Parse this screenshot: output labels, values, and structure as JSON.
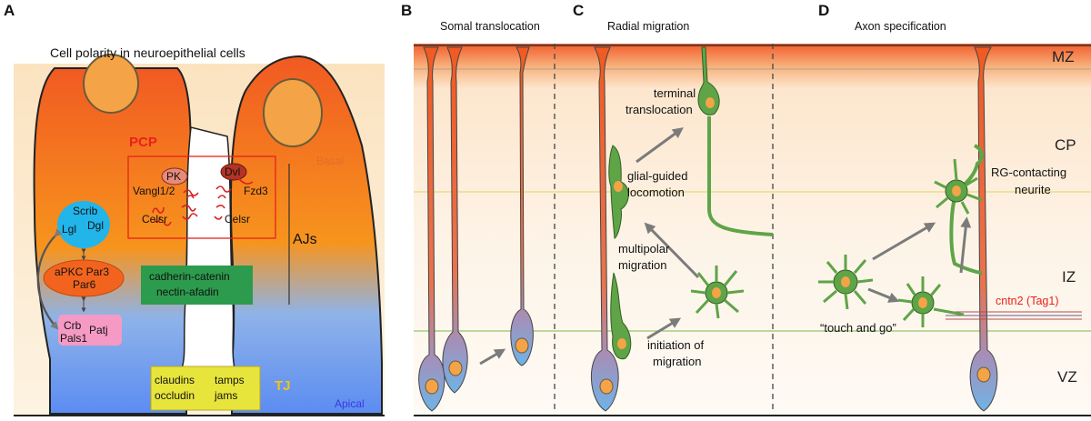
{
  "panels": {
    "a": "A",
    "b": "B",
    "c": "C",
    "d": "D"
  },
  "panel_a": {
    "title": "Cell polarity in neuroepithelial cells",
    "pcp": "PCP",
    "basal": "Basal",
    "apical": "Apical",
    "pk": "PK",
    "dvl": "Dvl",
    "vangl": "Vangl1/2",
    "fzd3": "Fzd3",
    "celsr_left": "Celsr",
    "celsr_right": "Celsr",
    "scrib": "Scrib",
    "lgl": "Lgl",
    "dgl": "Dgl",
    "apkc": "aPKC Par3",
    "par6": "Par6",
    "crb": "Crb",
    "patj": "Patj",
    "pals1": "Pals1",
    "ajs": "AJs",
    "cadherin": "cadherin-catenin",
    "nectin": "nectin-afadin",
    "claudins": "claudins",
    "occludin": "occludin",
    "tamps": "tamps",
    "jams": "jams",
    "tj": "TJ"
  },
  "panel_b": {
    "title": "Somal translocation"
  },
  "panel_c": {
    "title": "Radial migration",
    "terminal": "terminal",
    "translocation": "translocation",
    "glial": "glial-guided",
    "locomotion": "locomotion",
    "multipolar": "multipolar",
    "migration": "migration",
    "initiation": "initiation of",
    "migration2": "migration"
  },
  "panel_d": {
    "title": "Axon specification",
    "rg": "RG-contacting",
    "neurite": "neurite",
    "cntn2": "cntn2 (Tag1)",
    "touch": "“touch and go”"
  },
  "zones": {
    "mz": "MZ",
    "cp": "CP",
    "iz": "IZ",
    "vz": "VZ"
  },
  "colors": {
    "orange": "#f26a1b",
    "blue": "#6a95ef",
    "pcp_red": "#e8221c",
    "green_cell": "#4f9a3c",
    "scrib_cyan": "#21b3ea",
    "apkc_orange": "#f2641e",
    "crb_pink": "#f59ac5",
    "cadherin_green": "#2c9b4d",
    "tj_yellow": "#e7e53b"
  }
}
